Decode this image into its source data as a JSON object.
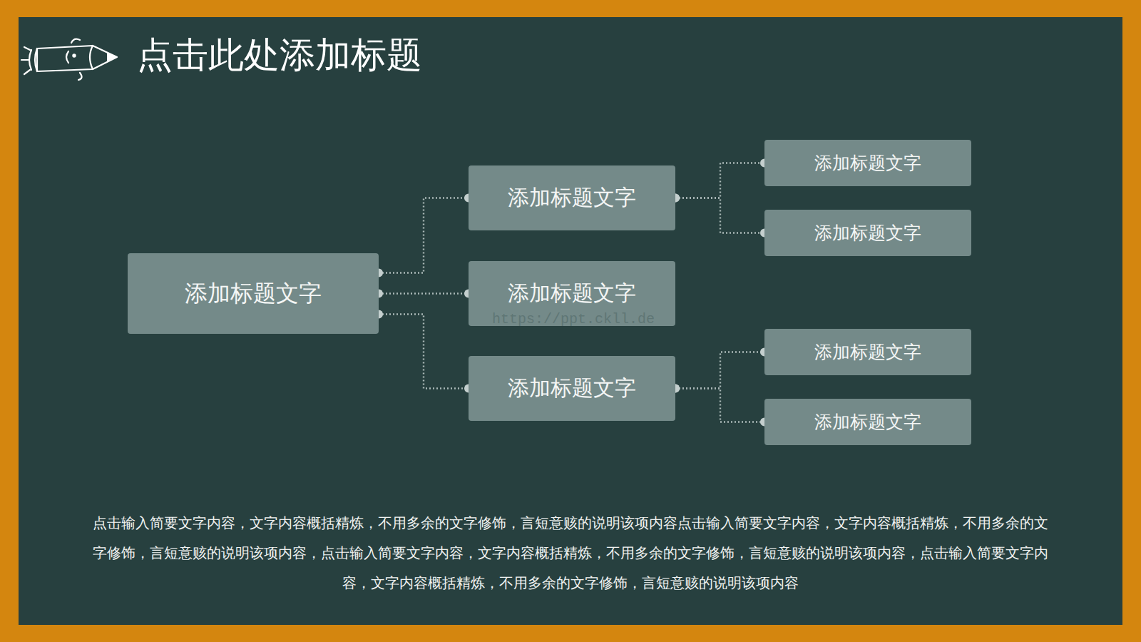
{
  "diagram": {
    "title": "点击此处添加标题",
    "nodes": [
      {
        "text": [
          "添加标题文字"
        ]
      },
      {
        "text": [
          "添加标题文字"
        ]
      },
      {
        "text": [
          "添加标题文字"
        ]
      },
      {
        "text": [
          "添加标题文字"
        ]
      },
      {
        "text": [
          "添加标题文字"
        ]
      },
      {
        "text": [
          "添加标题文字"
        ]
      },
      {
        "text": [
          "添加标题文字"
        ]
      },
      {
        "text": [
          "添加标题文字"
        ]
      }
    ],
    "edges": [
      {
        "from": 0,
        "to": 1,
        "arrow": "none"
      },
      {
        "from": 0,
        "to": 2,
        "arrow": "none"
      },
      {
        "from": 0,
        "to": 3,
        "arrow": "none"
      },
      {
        "from": 1,
        "to": 4,
        "arrow": "none"
      },
      {
        "from": 1,
        "to": 5,
        "arrow": "none"
      },
      {
        "from": 3,
        "to": 6,
        "arrow": "none"
      },
      {
        "from": 3,
        "to": 7,
        "arrow": "none"
      }
    ],
    "labels": [
      "https://ppt.ckll.de",
      "点击输入简要文字内容，文字内容概括精炼，不用多余的文字修饰，言短意赅的说明该项内容点击输入简要文字内容，文字内容概括精炼，不用多余的文字修饰，言短意赅的说明该项内容，点击输入简要文字内容，文字内容概括精炼，不用多余的文字修饰，言短意赅的说明该项内容，点击输入简要文字内容，文字内容概括精炼，不用多余的文字修饰，言短意赅的说明该项内容"
    ]
  }
}
